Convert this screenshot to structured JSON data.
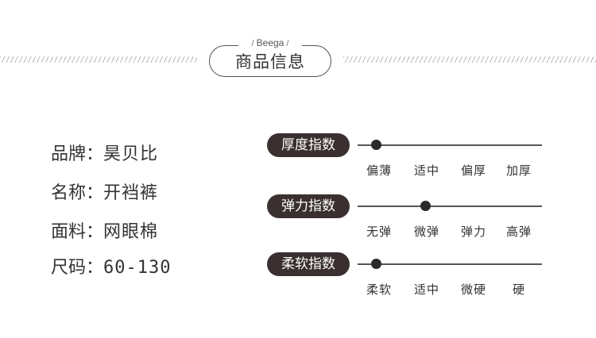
{
  "header": {
    "brand": "Beega",
    "title": "商品信息"
  },
  "info": [
    {
      "label": "品牌：",
      "value": "昊贝比"
    },
    {
      "label": "名称：",
      "value": "开裆裤"
    },
    {
      "label": "面料：",
      "value": "网眼棉"
    },
    {
      "label": "尺码：",
      "value": "60-130"
    }
  ],
  "indices": [
    {
      "label": "厚度指数",
      "options": [
        "偏薄",
        "适中",
        "偏厚",
        "加厚"
      ],
      "level": 0.1
    },
    {
      "label": "弹力指数",
      "options": [
        "无弹",
        "微弹",
        "弹力",
        "高弹"
      ],
      "level": 0.37
    },
    {
      "label": "柔软指数",
      "options": [
        "柔软",
        "适中",
        "微硬",
        "硬"
      ],
      "level": 0.1
    }
  ]
}
